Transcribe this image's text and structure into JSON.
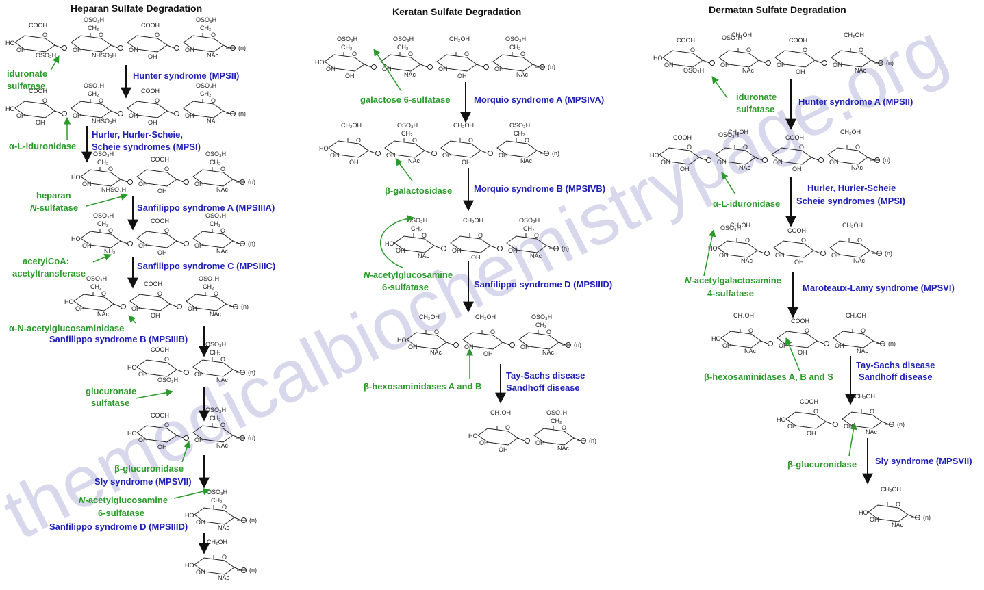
{
  "colors": {
    "disease": "#1f1fb8",
    "enzyme": "#2a9a2a",
    "arrow": "#111111",
    "enzyme_arrow": "#2a9a2a",
    "structure": "#222222",
    "watermark": "#c9c9e3"
  },
  "watermark": "themedicalbiochemistrypage.org",
  "columns": [
    {
      "title": "Heparan Sulfate Degradation",
      "diseases": [
        "Hunter syndrome (MPSII)",
        "Hurler,  Hurler-Scheie,",
        "Scheie syndromes (MPSI)",
        "Sanfilippo syndrome A (MPSIIIA)",
        "Sanfilippo syndrome C (MPSIIIC)",
        "Sanfilippo syndrome B (MPSIIIB)",
        "Sly syndrome (MPSVII)",
        "Sanfilippo syndrome D (MPSIIID)"
      ],
      "enzymes": [
        "iduronate",
        "sulfatase",
        "α-L-iduronidase",
        "heparan",
        "N",
        "-sulfatase",
        "acetylCoA:",
        "acetyltransferase",
        "α-N-acetylglucosaminidase",
        "glucuronate",
        "sulfatase",
        "β-glucuronidase",
        "N",
        "-acetylglucosamine",
        "6-sulfatase"
      ]
    },
    {
      "title": "Keratan Sulfate Degradation",
      "diseases": [
        "Morquio syndrome A (MPSIVA)",
        "Morquio syndrome B (MPSIVB)",
        "Sanfilippo syndrome D (MPSIIID)",
        "Tay-Sachs disease",
        "Sandhoff disease"
      ],
      "enzymes": [
        "galactose 6-sulfatase",
        "β-galactosidase",
        "N",
        "-acetylglucosamine",
        "6-sulfatase",
        "β-hexosaminidases A and B"
      ]
    },
    {
      "title": "Dermatan Sulfate Degradation",
      "diseases": [
        "Hunter syndrome A (MPSII)",
        "Hurler, Hurler-Scheie",
        "Scheie syndromes (MPSI)",
        "Maroteaux-Lamy syndrome (MPSVI)",
        "Tay-Sachs disease",
        "Sandhoff disease",
        "Sly syndrome (MPSVII)"
      ],
      "enzymes": [
        "iduronate",
        "sulfatase",
        "α-L-iduronidase",
        "N",
        "-acetylgalactosamine",
        "4-sulfatase",
        "β-hexosaminidases A, B and S",
        "β-glucuronidase"
      ]
    }
  ],
  "chem": {
    "oso3h": "OSO₃H",
    "ch2oh": "CH₂OH",
    "ch2": "CH₂",
    "cooh": "COOH",
    "oh": "OH",
    "ho": "HO",
    "nac": "NAc",
    "nhso3h": "NHSO₃H",
    "nh2": "NH₂",
    "o": "O",
    "n": "(n)"
  },
  "structures": [
    {
      "col": 0,
      "step": 0,
      "units": [
        "IdoA2S",
        "GlcNS6S",
        "GlcA",
        "GlcNAc6S"
      ]
    },
    {
      "col": 0,
      "step": 1,
      "units": [
        "IdoA",
        "GlcNS6S",
        "GlcA",
        "GlcNAc6S"
      ]
    },
    {
      "col": 0,
      "step": 2,
      "units": [
        "GlcNS6S",
        "GlcA",
        "GlcNAc6S"
      ]
    },
    {
      "col": 0,
      "step": 3,
      "units": [
        "GlcN6S",
        "GlcA",
        "GlcNAc6S"
      ]
    },
    {
      "col": 0,
      "step": 4,
      "units": [
        "GlcNAc6S",
        "GlcA",
        "GlcNAc6S"
      ]
    },
    {
      "col": 0,
      "step": 5,
      "units": [
        "GlcA2S",
        "GlcNAc6S"
      ]
    },
    {
      "col": 0,
      "step": 6,
      "units": [
        "GlcA",
        "GlcNAc6S"
      ]
    },
    {
      "col": 0,
      "step": 7,
      "units": [
        "GlcNAc6S"
      ]
    },
    {
      "col": 0,
      "step": 8,
      "units": [
        "GlcNAc"
      ]
    },
    {
      "col": 1,
      "step": 0,
      "units": [
        "Gal6S",
        "GlcNAc6S",
        "Gal",
        "GlcNAc6S"
      ]
    },
    {
      "col": 1,
      "step": 1,
      "units": [
        "Gal",
        "GlcNAc6S",
        "Gal",
        "GlcNAc6S"
      ]
    },
    {
      "col": 1,
      "step": 2,
      "units": [
        "GlcNAc6S",
        "Gal",
        "GlcNAc6S"
      ]
    },
    {
      "col": 1,
      "step": 3,
      "units": [
        "GlcNAc",
        "Gal",
        "GlcNAc6S"
      ]
    },
    {
      "col": 1,
      "step": 4,
      "units": [
        "Gal",
        "GlcNAc6S"
      ]
    },
    {
      "col": 2,
      "step": 0,
      "units": [
        "IdoA2S",
        "GalNAc4S",
        "GlcA",
        "GalNAc"
      ]
    },
    {
      "col": 2,
      "step": 1,
      "units": [
        "IdoA",
        "GalNAc4S",
        "GlcA",
        "GalNAc"
      ]
    },
    {
      "col": 2,
      "step": 2,
      "units": [
        "GalNAc4S",
        "GlcA",
        "GalNAc"
      ]
    },
    {
      "col": 2,
      "step": 3,
      "units": [
        "GalNAc",
        "GlcA",
        "GalNAc"
      ]
    },
    {
      "col": 2,
      "step": 4,
      "units": [
        "GlcA",
        "GalNAc"
      ]
    },
    {
      "col": 2,
      "step": 5,
      "units": [
        "GalNAc"
      ]
    }
  ]
}
